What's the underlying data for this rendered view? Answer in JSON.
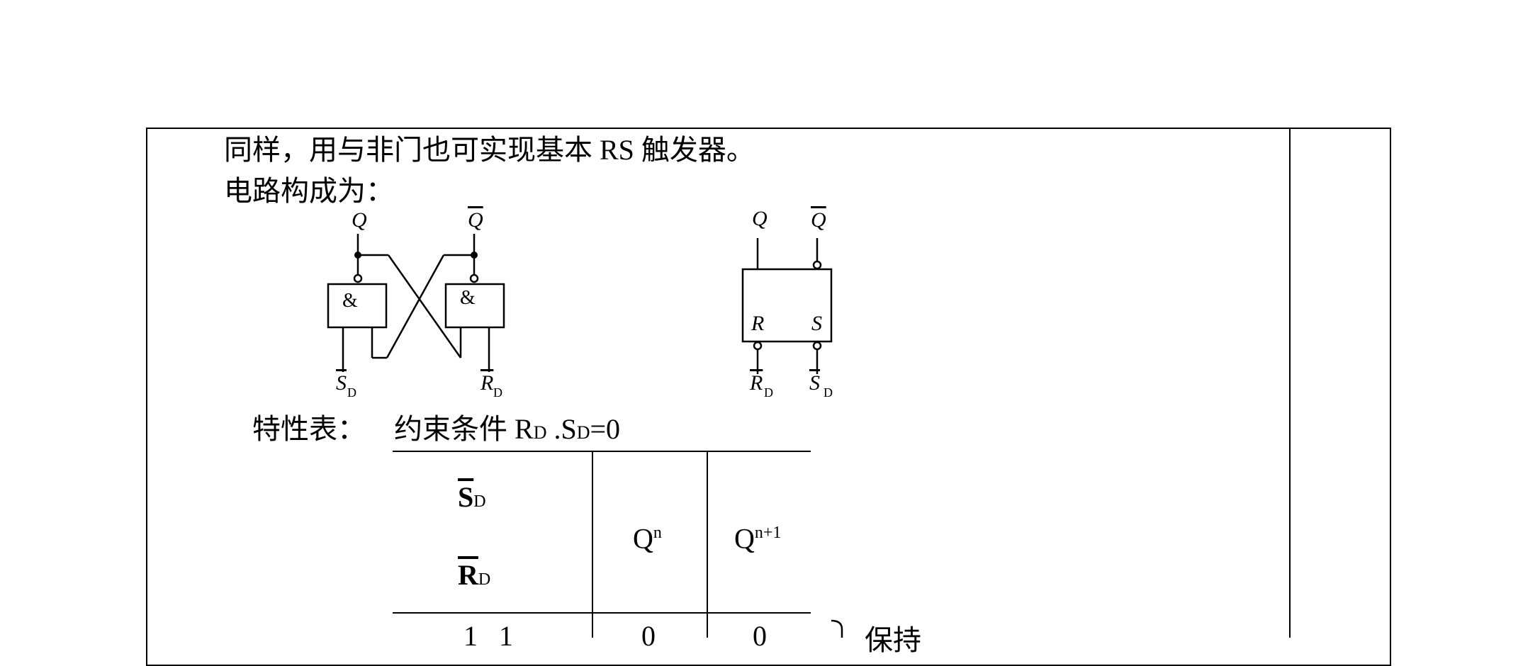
{
  "text": {
    "line1": "同样，用与非门也可实现基本 RS 触发器。",
    "line2": "电路构成为：",
    "line3_prefix": "特性表：",
    "line3_constraint": "约束条件 R",
    "line3_sub1": "D",
    "line3_mid": " .S",
    "line3_sub2": "D",
    "line3_suffix": "=0"
  },
  "diagram_left": {
    "output_q": "Q",
    "output_qbar": "Q",
    "gate1_symbol": "&",
    "gate2_symbol": "&",
    "input_s": "S",
    "input_s_sub": "D",
    "input_r": "R",
    "input_r_sub": "D"
  },
  "diagram_right": {
    "output_q": "Q",
    "output_qbar": "Q",
    "pin_r": "R",
    "pin_s": "S",
    "input_r": "R",
    "input_r_sub": "D",
    "input_s": "S",
    "input_s_sub": "D"
  },
  "table": {
    "header_sd": "S",
    "header_sd_sub": "D",
    "header_rd": "R",
    "header_rd_sub": "D",
    "header_qn": "Q",
    "header_qn_sup": "n",
    "header_qn1": "Q",
    "header_qn1_sup": "n+1",
    "row1_inputs": "1   1",
    "row1_qn": "0",
    "row1_qn1": "0",
    "row1_note": "保持"
  }
}
